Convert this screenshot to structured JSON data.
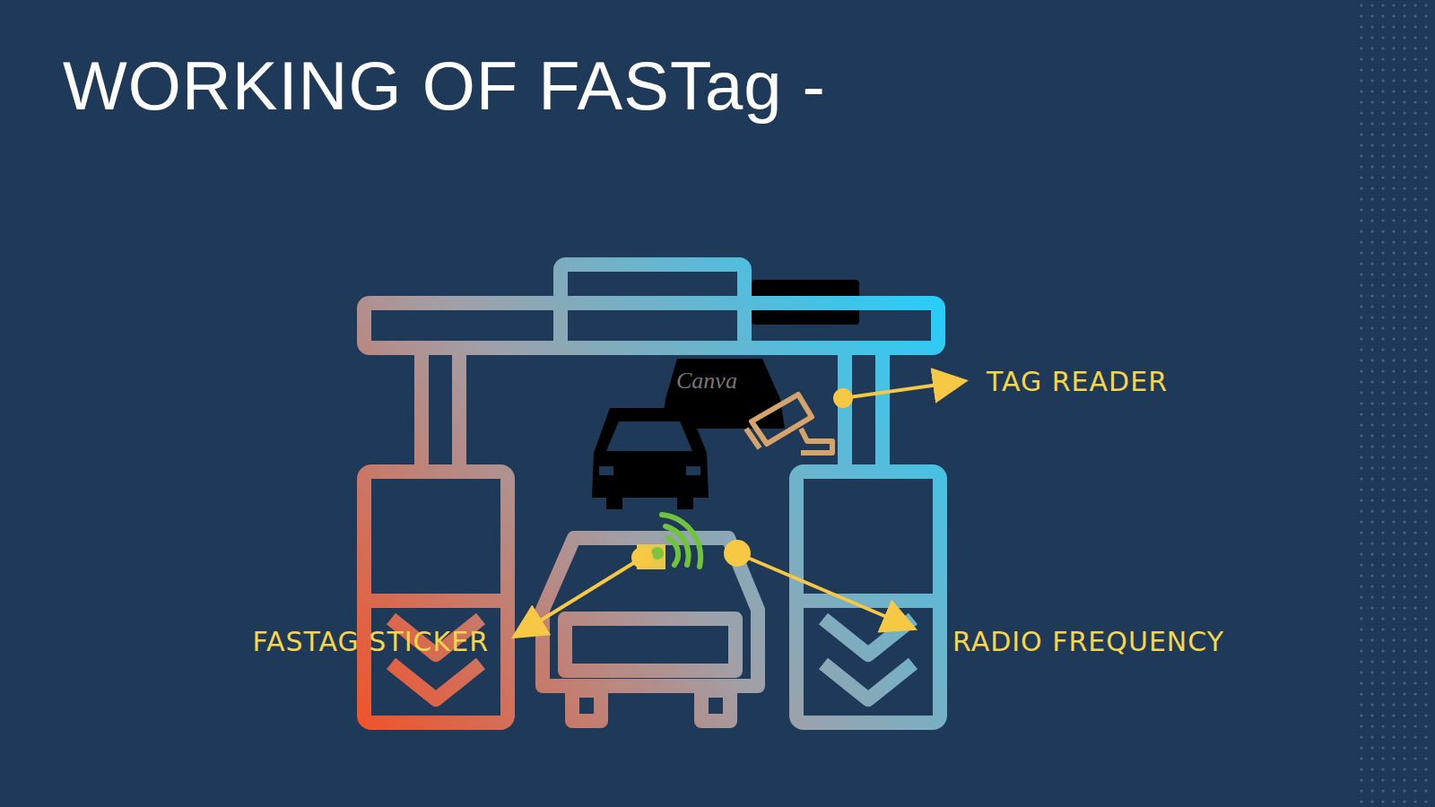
{
  "diagram": {
    "title": "WORKING OF FASTag -",
    "labels": [
      "Canva",
      "TAG READER",
      "FASTAG STICKER",
      "RADIO FREQUENCY"
    ]
  }
}
